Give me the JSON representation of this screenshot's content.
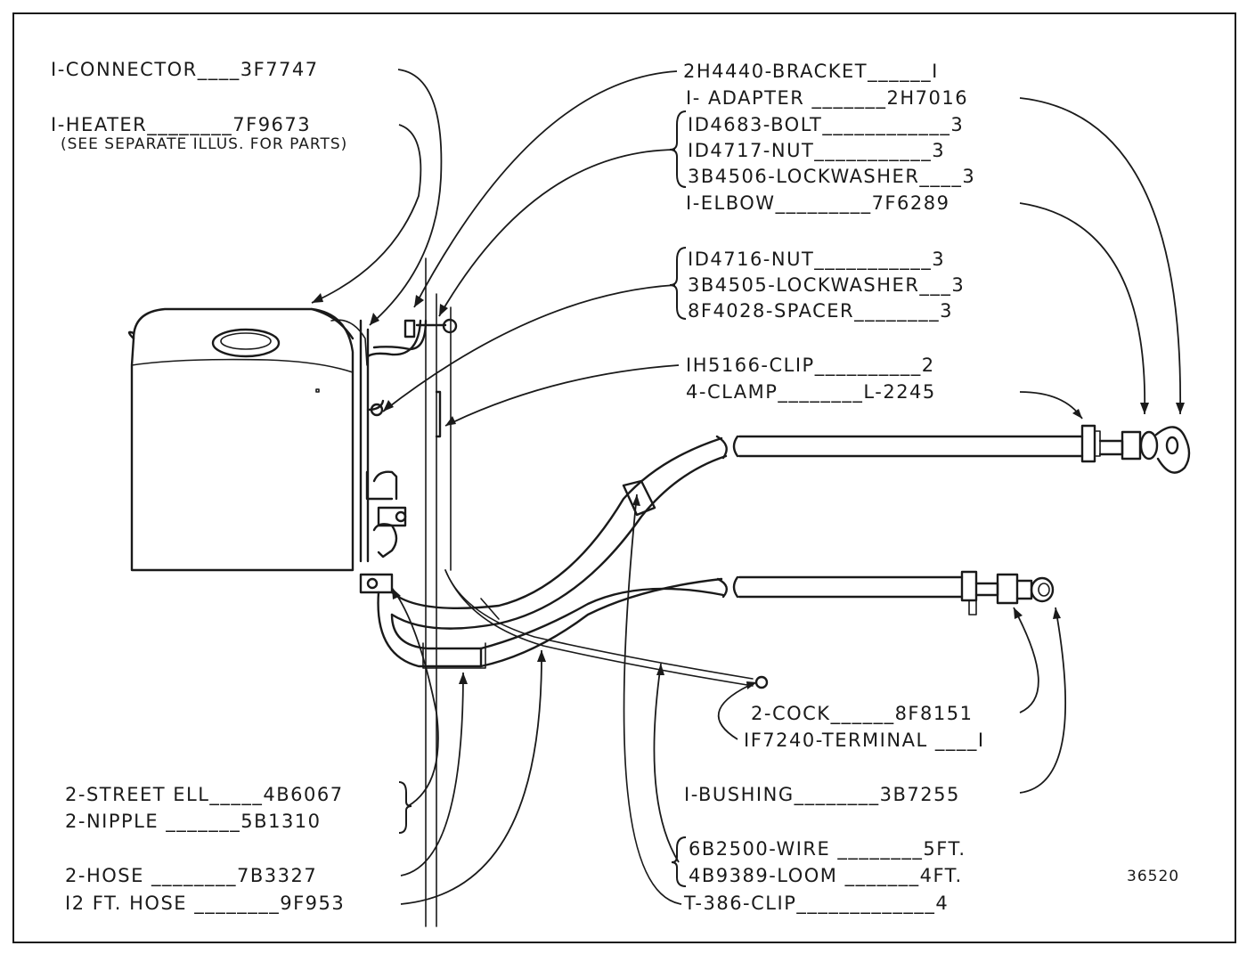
{
  "labels": {
    "connector": "I-CONNECTOR____3F7747",
    "heater": "I-HEATER________7F9673",
    "heater_note": "(SEE SEPARATE ILLUS. FOR PARTS)",
    "bracket": "2H4440-BRACKET______I",
    "adapter": "I- ADAPTER _______2H7016",
    "bolt": "ID4683-BOLT____________3",
    "nut1": "ID4717-NUT___________3",
    "lockwasher1": "3B4506-LOCKWASHER____3",
    "elbow": "I-ELBOW_________7F6289",
    "nut2": "ID4716-NUT___________3",
    "lockwasher2": "3B4505-LOCKWASHER___3",
    "spacer": "8F4028-SPACER________3",
    "clip1": "IH5166-CLIP__________2",
    "clamp": "4-CLAMP________L-2245",
    "cock": "2-COCK______8F8151",
    "terminal": "IF7240-TERMINAL ____I",
    "bushing": "I-BUSHING________3B7255",
    "street_ell": "2-STREET ELL_____4B6067",
    "nipple": "2-NIPPLE _______5B1310",
    "wire": "6B2500-WIRE ________5FT.",
    "loom": "4B9389-LOOM _______4FT.",
    "hose": "2-HOSE ________7B3327",
    "hose12": "I2 FT. HOSE ________9F953",
    "clip2": "T-386-CLIP_____________4",
    "figure_number": "36520"
  }
}
